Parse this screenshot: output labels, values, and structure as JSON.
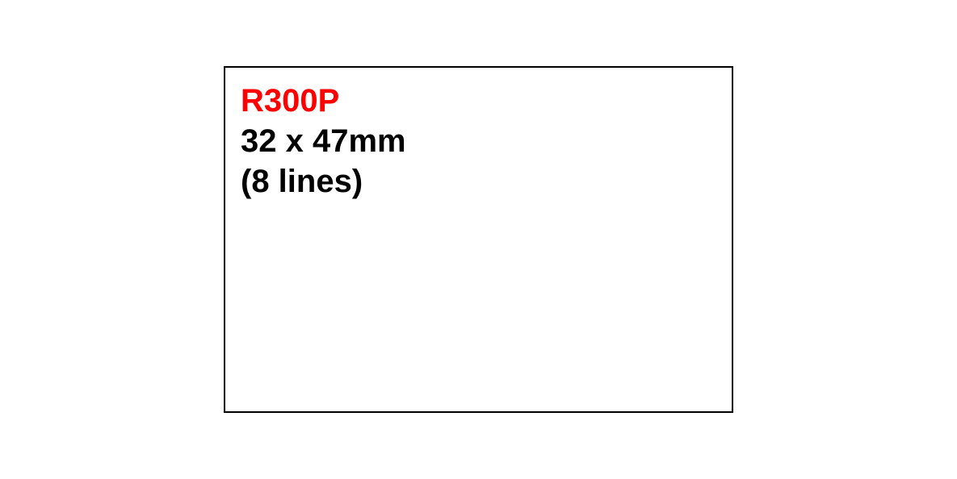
{
  "label": {
    "model": "R300P",
    "dimensions": "32 x 47mm",
    "lines": "(8 lines)"
  },
  "colors": {
    "model": "#ff0000",
    "text": "#000000",
    "border": "#000000",
    "background": "#ffffff"
  }
}
